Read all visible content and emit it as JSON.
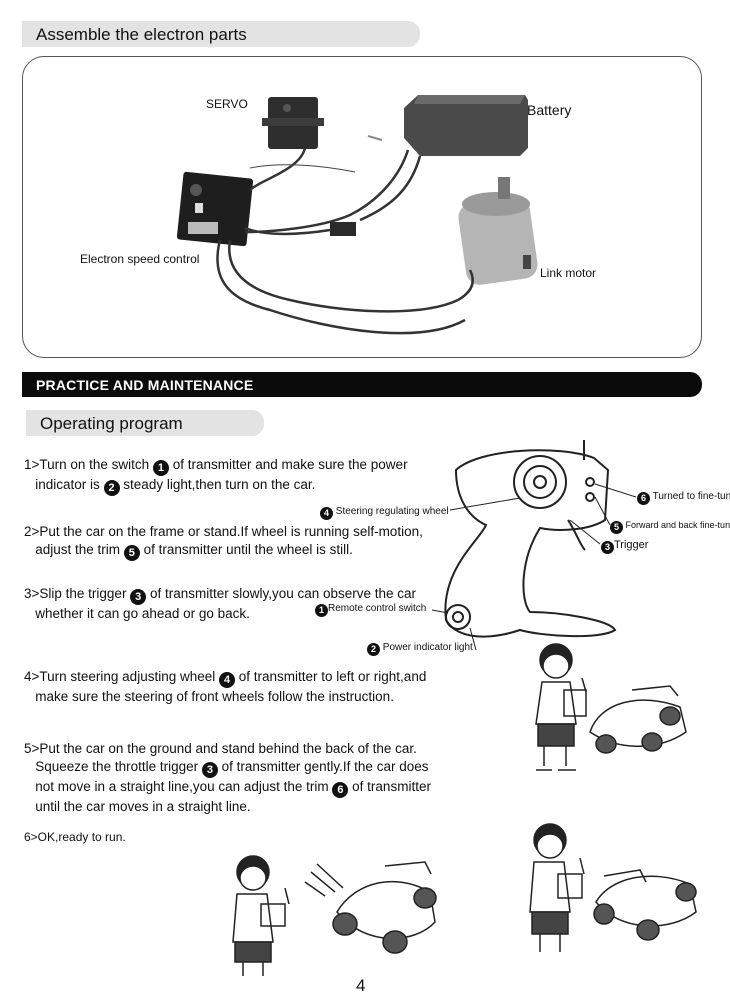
{
  "header1": "Assemble the electron parts",
  "electronics": {
    "servo": "SERVO",
    "battery": "Battery",
    "esc": "Electron speed control",
    "motor": "Link motor"
  },
  "section_bar": "PRACTICE AND MAINTENANCE",
  "header2": "Operating program",
  "steps": {
    "s1": {
      "a": "1>Turn on the switch ",
      "n1": "1",
      "b": " of transmitter and make sure the power",
      "c": "indicator is ",
      "n2": "2",
      "d": " steady light,then turn on the car."
    },
    "s2": {
      "a": "2>Put the car on the frame or stand.If wheel is running self-motion,",
      "b": "adjust the trim ",
      "n1": "5",
      "c": " of transmitter until the wheel is still."
    },
    "s3": {
      "a": "3>Slip the trigger ",
      "n1": "3",
      "b": " of transmitter slowly,you can observe the car",
      "c": "whether it can go ahead or go back."
    },
    "s4": {
      "a": "4>Turn steering adjusting wheel ",
      "n1": "4",
      "b": " of transmitter to left or right,and",
      "c": "make sure the steering of front wheels follow the instruction."
    },
    "s5": {
      "a": "5>Put the car on the ground and stand behind the back of the car.",
      "b": "Squeeze the throttle trigger ",
      "n1": "3",
      "c": " of transmitter gently.If the car does",
      "d": "not move in a straight line,you can adjust the trim ",
      "n2": "6",
      "e": " of transmitter",
      "f": "until the car moves in a straight line."
    },
    "s6": "6>OK,ready to run."
  },
  "transmitter_labels": {
    "l6": {
      "n": "6",
      "t": "Turned to fine-tune"
    },
    "l5": {
      "n": "5",
      "t": "Forward and back fine-tuning"
    },
    "l3": {
      "n": "3",
      "t": "Trigger"
    },
    "l4": {
      "n": "4",
      "t": "Steering regulating wheel"
    },
    "l1": {
      "n": "1",
      "t": "Remote control switch"
    },
    "l2": {
      "n": "2",
      "t": "Power indicator light"
    }
  },
  "page_number": "4"
}
